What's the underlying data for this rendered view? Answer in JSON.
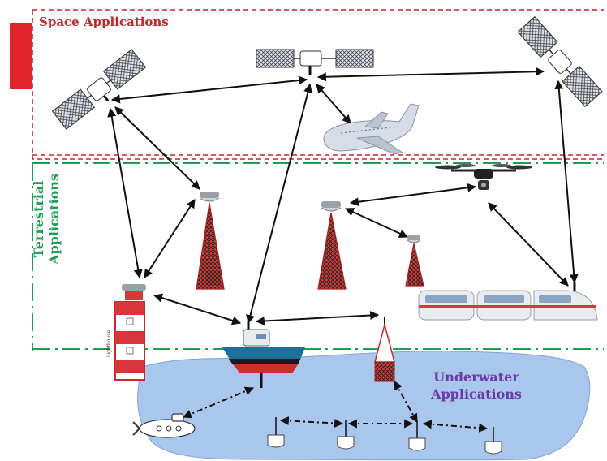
{
  "zones": {
    "space": {
      "label": "Space Applications",
      "color": "#c0262b"
    },
    "terrestrial": {
      "label_line1": "Terrestrial",
      "label_line2": "Applications",
      "color": "#1f9d55"
    },
    "underwater": {
      "label_line1": "Underwater",
      "label_line2": "Applications",
      "color": "#6a3aa8",
      "water_color": "#a9c6ec"
    }
  },
  "nodes": {
    "satellite_left": {
      "icon": "satellite-icon"
    },
    "satellite_center": {
      "icon": "satellite-icon"
    },
    "satellite_right": {
      "icon": "satellite-icon"
    },
    "airplane": {
      "icon": "airplane-icon"
    },
    "drone": {
      "icon": "drone-icon"
    },
    "cell_tower_1": {
      "icon": "cell-tower-icon"
    },
    "cell_tower_2": {
      "icon": "cell-tower-icon"
    },
    "cell_tower_3": {
      "icon": "cell-tower-icon"
    },
    "train": {
      "icon": "train-icon"
    },
    "lighthouse": {
      "icon": "lighthouse-icon",
      "caption": "Lighthouse"
    },
    "ship": {
      "icon": "ship-icon"
    },
    "buoy": {
      "icon": "buoy-icon"
    },
    "submarine": {
      "icon": "submarine-icon"
    },
    "sensor_nodes": {
      "icon": "underwater-sensor-icon",
      "count": 4
    }
  }
}
